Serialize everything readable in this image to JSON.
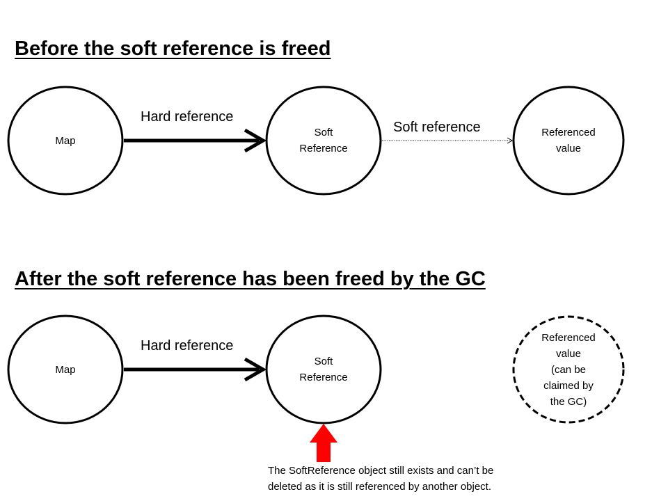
{
  "sections": {
    "before": {
      "title": "Before the soft reference is freed",
      "nodes": {
        "map": "Map",
        "soft_reference": "Soft\nReference",
        "referenced_value": "Referenced\nvalue"
      },
      "edges": {
        "hard": "Hard reference",
        "soft": "Soft reference"
      }
    },
    "after": {
      "title": "After the soft reference has been freed by the GC",
      "nodes": {
        "map": "Map",
        "soft_reference": "Soft\nReference",
        "referenced_value": "Referenced\nvalue\n(can be\nclaimed by\nthe GC)"
      },
      "edges": {
        "hard": "Hard reference"
      },
      "note": "The SoftReference object still exists and can’t be\ndeleted as it is still referenced by another object."
    }
  },
  "colors": {
    "stroke": "#000000",
    "highlight_arrow": "#ff0000",
    "background": "#ffffff"
  }
}
